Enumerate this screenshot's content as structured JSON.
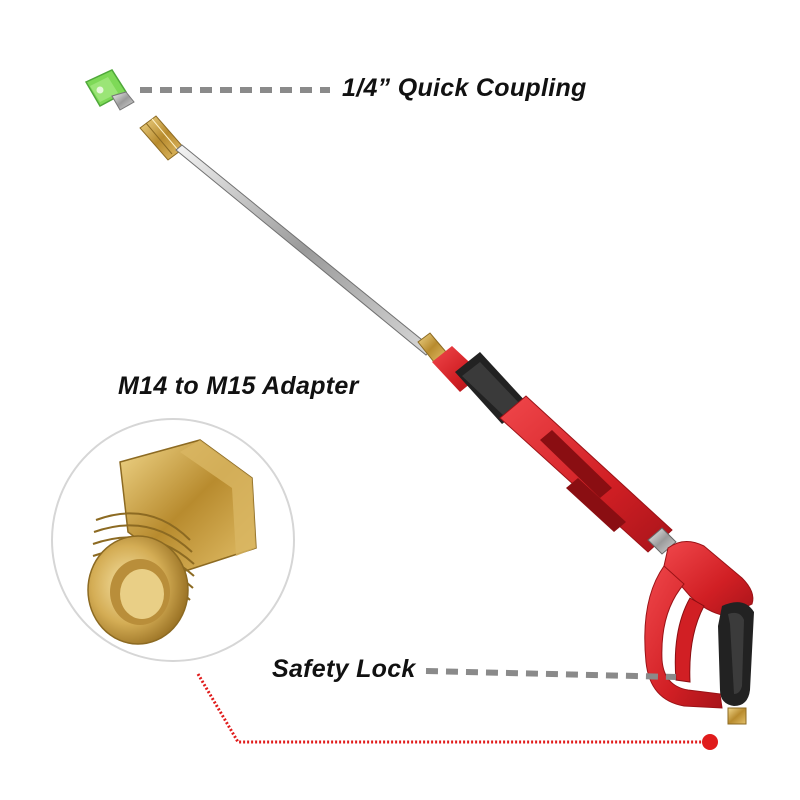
{
  "labels": {
    "quick_coupling": "1/4” Quick Coupling",
    "adapter": "M14 to M15 Adapter",
    "safety_lock": "Safety Lock"
  },
  "colors": {
    "background": "#ffffff",
    "gun_red": "#d9262b",
    "grip_black": "#222222",
    "brass": "#c9a24a",
    "nozzle_green": "#7ed957",
    "leader_gray": "#8a8a8a",
    "callout_red": "#e01b1b"
  },
  "icons": {
    "nozzle": "quick-connect-nozzle-tip",
    "wand": "pressure-washer-wand",
    "gun": "spray-gun-trigger",
    "adapter": "brass-thread-adapter"
  }
}
